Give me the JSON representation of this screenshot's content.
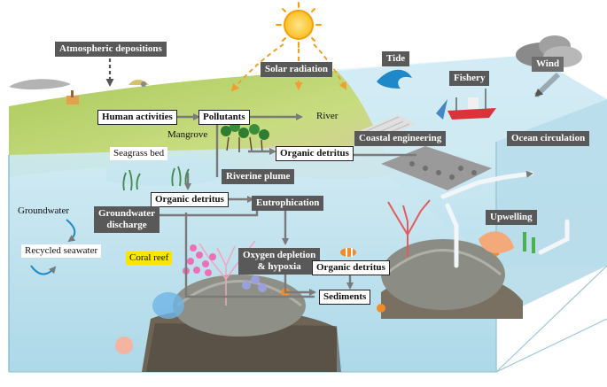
{
  "labels": {
    "atmospheric_depositions": "Atmospheric depositions",
    "solar_radiation": "Solar radiation",
    "tide": "Tide",
    "wind": "Wind",
    "fishery": "Fishery",
    "human_activities": "Human activities",
    "pollutants": "Pollutants",
    "river": "River",
    "mangrove": "Mangrove",
    "organic_detritus_1": "Organic detritus",
    "coastal_engineering": "Coastal engineering",
    "ocean_circulation": "Ocean circulation",
    "seagrass_bed": "Seagrass  bed",
    "riverine_plume": "Riverine plume",
    "organic_detritus_2": "Organic detritus",
    "eutrophication": "Eutrophication",
    "groundwater": "Groundwater",
    "groundwater_discharge_line1": "Groundwater",
    "groundwater_discharge_line2": "discharge",
    "upwelling": "Upwelling",
    "recycled_seawater": "Recycled seawater",
    "coral_reef": "Coral reef",
    "oxygen_depletion_line1": "Oxygen depletion",
    "oxygen_depletion_line2": "& hypoxia",
    "organic_detritus_3": "Organic detritus",
    "sediments": "Sediments"
  },
  "colors": {
    "label_dark_bg": "#595959",
    "land_green": "#b5d36a",
    "water_blue": "#a8d8e8",
    "sun_orange": "#f5a623",
    "sun_yellow": "#fcd34d",
    "coral_pink": "#f472b6",
    "arrow_gray": "#777777"
  }
}
